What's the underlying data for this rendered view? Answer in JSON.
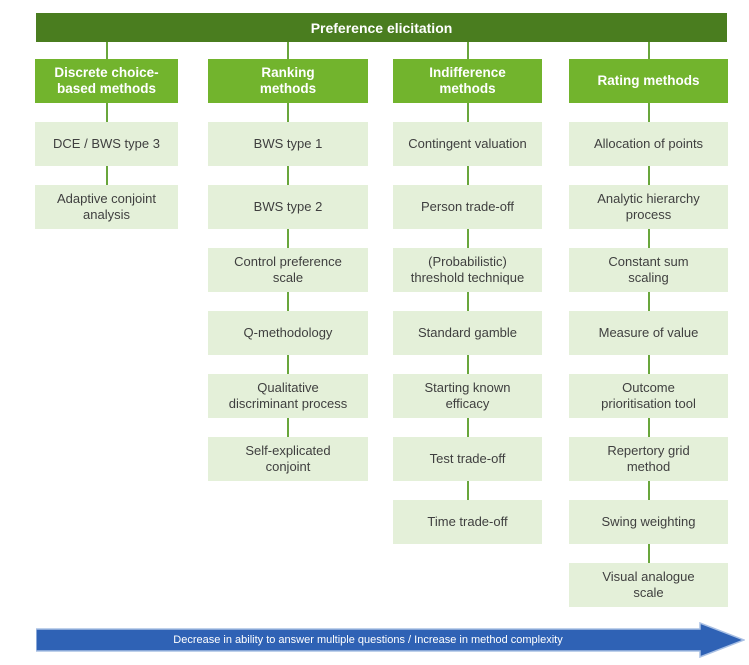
{
  "title": "Preference elicitation",
  "colors": {
    "title_bar": "#4a7d1f",
    "column_header": "#72b42d",
    "method_box": "#e4f0d9",
    "connector_line": "#69a63c",
    "footer_arrow": "#2f62b5",
    "footer_arrow_border": "#a9c0e4",
    "method_text": "#3f3f3f"
  },
  "columns": [
    {
      "header": "Discrete choice-\nbased methods",
      "items": [
        "DCE / BWS type 3",
        "Adaptive conjoint\nanalysis"
      ]
    },
    {
      "header": "Ranking\nmethods",
      "items": [
        "BWS type 1",
        "BWS type 2",
        "Control preference\nscale",
        "Q-methodology",
        "Qualitative\ndiscriminant process",
        "Self-explicated\nconjoint"
      ]
    },
    {
      "header": "Indifference\nmethods",
      "items": [
        "Contingent valuation",
        "Person trade-off",
        "(Probabilistic)\nthreshold technique",
        "Standard gamble",
        "Starting known\nefficacy",
        "Test trade-off",
        "Time trade-off"
      ]
    },
    {
      "header": "Rating methods",
      "items": [
        "Allocation of points",
        "Analytic hierarchy\nprocess",
        "Constant sum\nscaling",
        "Measure of value",
        "Outcome\nprioritisation tool",
        "Repertory grid\nmethod",
        "Swing weighting",
        "Visual analogue\nscale"
      ]
    }
  ],
  "footer_arrow": {
    "label": "Decrease in ability to answer multiple questions  /  Increase in method complexity"
  }
}
